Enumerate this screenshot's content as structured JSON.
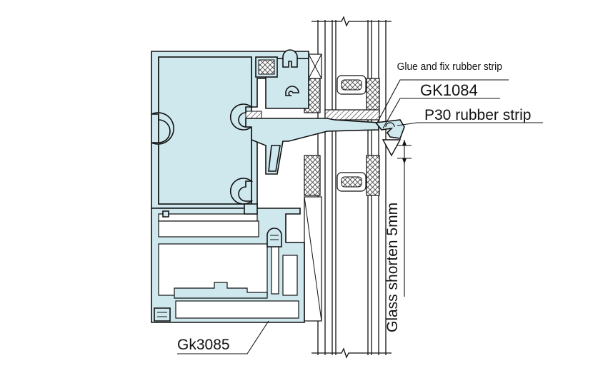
{
  "labels": {
    "glue_fix": "Glue and fix rubber strip",
    "gk1084": "GK1084",
    "p30": "P30 rubber strip",
    "glass_shorten": "Glass shorten 5mm",
    "gk3085": "Gk3085"
  },
  "colors": {
    "aluminium": "#cfe8ee",
    "outline": "#111111",
    "hatch": "#555555",
    "rubber": "#ffffff"
  },
  "icons": {
    "break_marks": "zigzag-break-icon"
  }
}
